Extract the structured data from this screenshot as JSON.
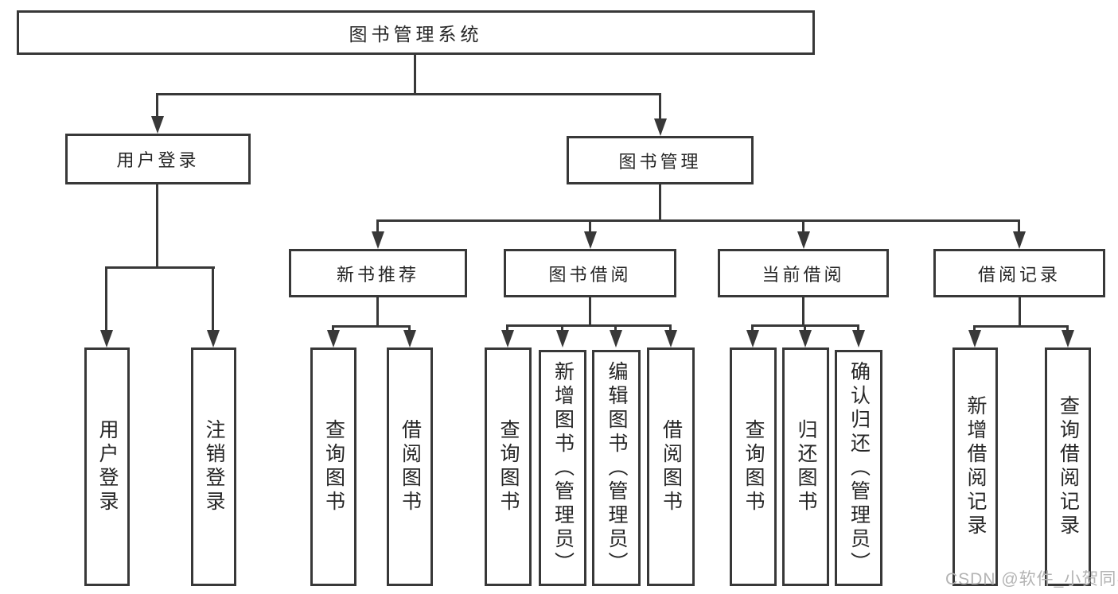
{
  "page": {
    "watermark": "CSDN @软件_小贺同学"
  },
  "colors": {
    "line": "#383838",
    "box_border": "#383838",
    "box_fill": "#ffffff",
    "text": "#262626",
    "watermark_text": "#b4b4b4"
  },
  "tree": {
    "root": {
      "label": "图书管理系统"
    },
    "branches": [
      {
        "label": "用户登录",
        "children": [
          {
            "label": "用户登录"
          },
          {
            "label": "注销登录"
          }
        ]
      },
      {
        "label": "图书管理",
        "children": [
          {
            "label": "新书推荐",
            "children": [
              {
                "label": "查询图书"
              },
              {
                "label": "借阅图书"
              }
            ]
          },
          {
            "label": "图书借阅",
            "children": [
              {
                "label": "查询图书"
              },
              {
                "label": "新增图书（管理员）"
              },
              {
                "label": "编辑图书（管理员）"
              },
              {
                "label": "借阅图书"
              }
            ]
          },
          {
            "label": "当前借阅",
            "children": [
              {
                "label": "查询图书"
              },
              {
                "label": "归还图书"
              },
              {
                "label": "确认归还（管理员）"
              }
            ]
          },
          {
            "label": "借阅记录",
            "children": [
              {
                "label": "新增借阅记录"
              },
              {
                "label": "查询借阅记录"
              }
            ]
          }
        ]
      }
    ]
  }
}
